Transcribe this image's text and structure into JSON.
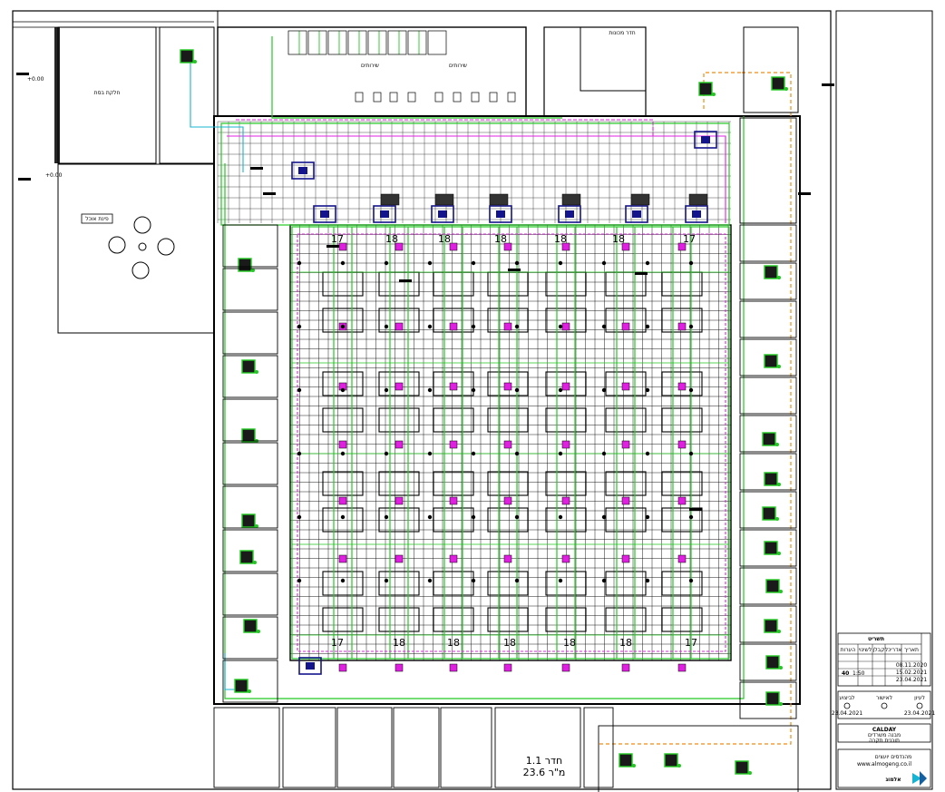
{
  "colors": {
    "line": "#000000",
    "green": "#22c922",
    "magenta": "#e020e0",
    "navy": "#14148c",
    "orange": "#f08c14",
    "cyan": "#14b4d2"
  },
  "labels": {
    "left_room": "חלקת בסת",
    "tables_room": "פינת אוכל",
    "top_room_a": "שירותים",
    "top_room_b": "שירותים",
    "top_right": "חדר מכונות",
    "bottom_room": "חדר 1.1",
    "bottom_sub": "מ\"ר 23.6",
    "level_mark": "+0.00"
  },
  "grid_numbers": {
    "top": [
      "17",
      "18",
      "18",
      "18",
      "18",
      "18",
      "17"
    ],
    "bottom": [
      "17",
      "18",
      "18",
      "18",
      "18",
      "18",
      "17"
    ]
  },
  "title_block": {
    "header": "תשריט",
    "cols": [
      "הערות",
      "לשינוי",
      "קבלן",
      "אדריכל",
      "תאריך"
    ],
    "row_dates": [
      "08.11.2020",
      "15.02.2021",
      "23.04.2021"
    ],
    "scale_label": "1:50",
    "scale_value": "40",
    "approval_labels": [
      "לביצוע",
      "לאישור",
      "לעיון"
    ],
    "approval_date": "23.04.2021",
    "client": "CALDAY",
    "project": "מבנה משרדים",
    "drawing": "תוכנית תקרה",
    "company": "אלמוג",
    "company_sub": "מהנדסים יועצים",
    "url": "www.almogeng.co.il"
  }
}
